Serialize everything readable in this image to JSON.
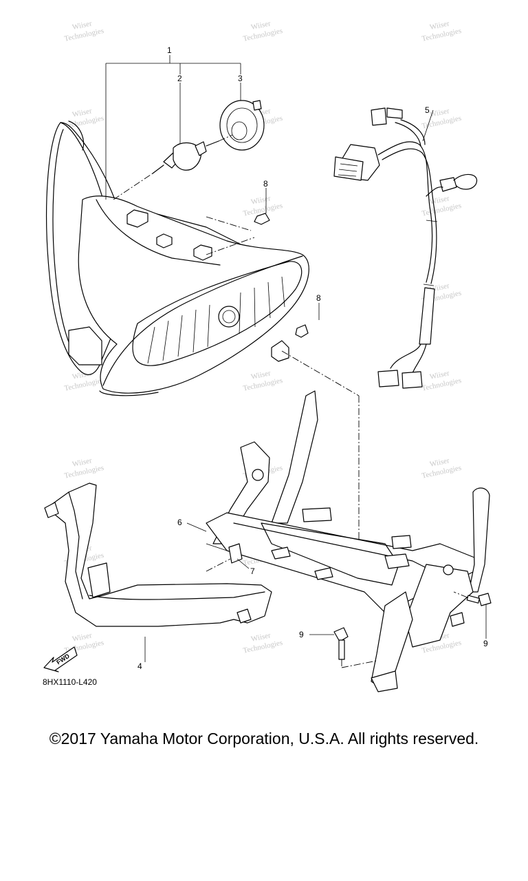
{
  "diagram": {
    "part_code": "8HX1110-L420",
    "fwd_label": "FWD",
    "watermark_lines": [
      "Wiiser",
      "Technologies"
    ],
    "callouts": [
      {
        "id": "c1",
        "label": "1"
      },
      {
        "id": "c2",
        "label": "2"
      },
      {
        "id": "c3",
        "label": "3"
      },
      {
        "id": "c4",
        "label": "4"
      },
      {
        "id": "c5",
        "label": "5"
      },
      {
        "id": "c6",
        "label": "6"
      },
      {
        "id": "c7",
        "label": "7"
      },
      {
        "id": "c8a",
        "label": "8"
      },
      {
        "id": "c8b",
        "label": "8"
      },
      {
        "id": "c9a",
        "label": "9"
      },
      {
        "id": "c9b",
        "label": "9"
      }
    ],
    "parts": [
      {
        "id": "headlight-assembly"
      },
      {
        "id": "bulb"
      },
      {
        "id": "bulb-cover"
      },
      {
        "id": "headlight-cover"
      },
      {
        "id": "wire-harness"
      },
      {
        "id": "stay-bracket"
      },
      {
        "id": "damper"
      },
      {
        "id": "nut"
      },
      {
        "id": "bolt"
      }
    ]
  },
  "footer": {
    "copyright": "©2017 Yamaha Motor Corporation, U.S.A. All rights reserved."
  }
}
